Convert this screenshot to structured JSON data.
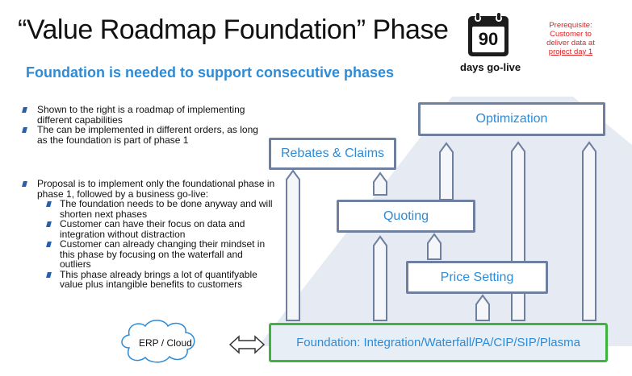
{
  "title": "“Value Roadmap Foundation” Phase",
  "subtitle": "Foundation is needed to support consecutive phases",
  "calendar": {
    "icon": "calendar-icon",
    "number": "90"
  },
  "days_label": "days go-live",
  "prerequisite": {
    "line1": "Prerequisite:",
    "line2": "Customer to",
    "line3": "deliver data at",
    "line4": "project day 1"
  },
  "bullets_top": [
    "Shown to the right is a roadmap of implementing different capabilities",
    "The can be implemented in different orders, as long as the foundation is part of phase 1"
  ],
  "proposal": {
    "text": "Proposal is to implement only the foundational phase in phase 1, followed by a business go-live:",
    "sub": [
      "The foundation needs to be done anyway and will shorten next phases",
      "Customer can have their focus on data and integration without distraction",
      "Customer can already changing their mindset in this phase by focusing on the waterfall and outliers",
      "This phase already brings a lot of quantifyable  value plus intangible benefits to customers"
    ]
  },
  "roadmap": {
    "optimization": "Optimization",
    "rebates": "Rebates & Claims",
    "quoting": "Quoting",
    "price_setting": "Price Setting",
    "foundation": "Foundation: Integration/Waterfall/PA/CIP/SIP/Plasma"
  },
  "cloud_label": "ERP / Cloud",
  "colors": {
    "accent": "#2e8bd6",
    "box_border": "#6f7f9f",
    "foundation_border": "#3fb23f",
    "prereq": "#e02020",
    "triangle": "#e6ebf3"
  }
}
